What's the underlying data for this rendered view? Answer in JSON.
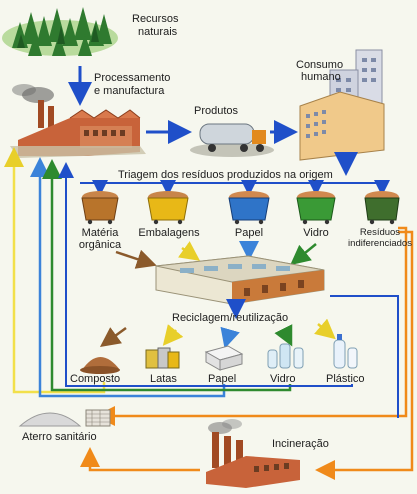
{
  "nodes": {
    "resources": {
      "line1": "Recursos",
      "line2": "naturais"
    },
    "processing": {
      "line1": "Processamento",
      "line2": "e manufactura"
    },
    "products": "Produtos",
    "consumption": {
      "line1": "Consumo",
      "line2": "humano"
    },
    "sorting": "Triagem dos resíduos produzidos na origem",
    "recycling": "Reciclagem/reutilização",
    "landfill": "Aterro sanitário",
    "incineration": "Incineração"
  },
  "bins": [
    {
      "line1": "Matéria",
      "line2": "orgânica",
      "color": "#b8742b"
    },
    {
      "line1": "Embalagens",
      "line2": "",
      "color": "#e8b817"
    },
    {
      "line1": "Papel",
      "line2": "",
      "color": "#2f74c8"
    },
    {
      "line1": "Vidro",
      "line2": "",
      "color": "#3a9a36"
    },
    {
      "line1": "Resíduos",
      "line2": "indiferenciados",
      "color": "#3f6e2d"
    }
  ],
  "outputs": [
    "Composto",
    "Latas",
    "Papel",
    "Vidro",
    "Plástico"
  ],
  "colors": {
    "arrow_main": "#1f4fc9",
    "orange": "#f08a1a",
    "yellow": "#f2e04a",
    "green": "#2e8a2e",
    "brown": "#8b5a2b",
    "factory": "#b5552a",
    "forest": "#2f7a2f"
  }
}
